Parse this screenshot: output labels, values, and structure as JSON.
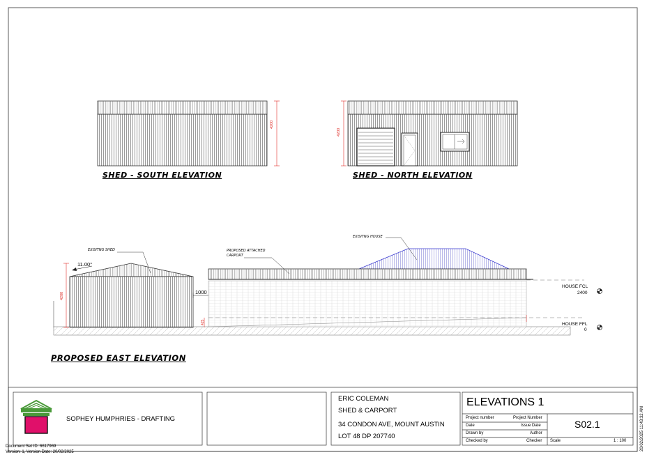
{
  "drawings": {
    "south_title": "SHED - SOUTH ELEVATION",
    "north_title": "SHED - NORTH ELEVATION",
    "east_title": "PROPOSED EAST ELEVATION",
    "south_height": "4200",
    "north_height": "4200",
    "east_shed_height": "4200",
    "roof_pitch": "11.00°",
    "gap_dim": "1000",
    "carport_dim": "425",
    "label_existing_shed": "EXISITNG SHED",
    "label_proposed_carport_1": "PROPOSED ATTACHED",
    "label_proposed_carport_2": "CARPORT",
    "label_existing_house": "EXISITNG HOUSE",
    "house_fcl_label": "HOUSE FCL",
    "house_fcl_value": "2400",
    "house_ffl_label": "HOUSE FFL",
    "house_ffl_value": "0"
  },
  "title_block": {
    "company": "SOPHEY HUMPHRIES - DRAFTING",
    "client": "ERIC COLEMAN",
    "project": "SHED & CARPORT",
    "address": "34 CONDON AVE, MOUNT AUSTIN",
    "lot": "LOT 48 DP 207740",
    "sheet_title": "ELEVATIONS 1",
    "project_number_label": "Project number",
    "project_number_value": "Project Number",
    "date_label": "Date",
    "date_value": "Issue Date",
    "drawn_by_label": "Drawn by",
    "drawn_by_value": "Author",
    "checked_by_label": "Checked by",
    "checked_by_value": "Checker",
    "sheet_number": "S02.1",
    "scale_label": "Scale",
    "scale_value": "1 : 100"
  },
  "footer": {
    "doc_set": "Document Set ID: 6617969",
    "version": "Version: 1, Version Date: 20/02/2025"
  },
  "timestamp": "20/02/2025 11:43:32 AM",
  "colors": {
    "dimension_red": "#e0302a",
    "house_blue": "#3a3ad0",
    "logo_green": "#4a9a3a",
    "logo_magenta": "#e0106a"
  }
}
